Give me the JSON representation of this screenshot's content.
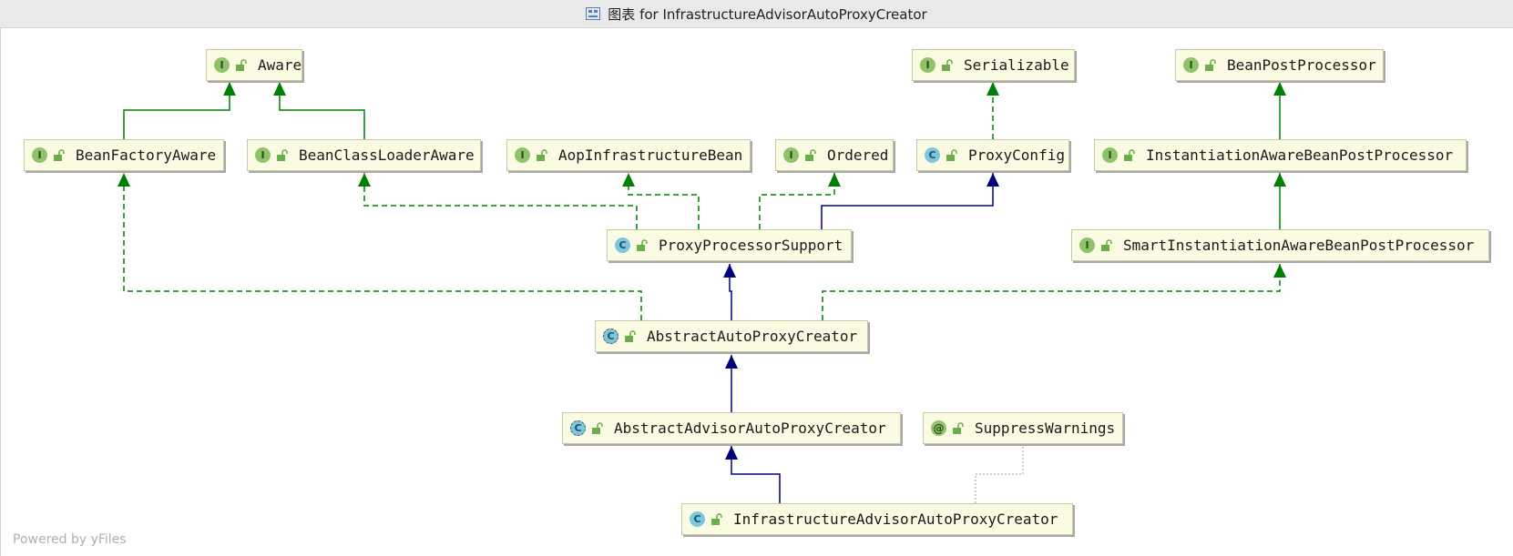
{
  "window": {
    "title": "图表 for InfrastructureAdvisorAutoProxyCreator",
    "icon": "diagram-icon"
  },
  "nodes": {
    "aware": {
      "name": "Aware",
      "kind": "I"
    },
    "serializable": {
      "name": "Serializable",
      "kind": "I"
    },
    "bean_post_processor": {
      "name": "BeanPostProcessor",
      "kind": "I"
    },
    "bean_factory_aware": {
      "name": "BeanFactoryAware",
      "kind": "I"
    },
    "bean_class_loader_aware": {
      "name": "BeanClassLoaderAware",
      "kind": "I"
    },
    "aop_infrastructure_bean": {
      "name": "AopInfrastructureBean",
      "kind": "I"
    },
    "ordered": {
      "name": "Ordered",
      "kind": "I"
    },
    "proxy_config": {
      "name": "ProxyConfig",
      "kind": "C"
    },
    "instantiation_aware_bpp": {
      "name": "InstantiationAwareBeanPostProcessor",
      "kind": "I"
    },
    "proxy_processor_support": {
      "name": "ProxyProcessorSupport",
      "kind": "C"
    },
    "smart_instantiation_aware_bpp": {
      "name": "SmartInstantiationAwareBeanPostProcessor",
      "kind": "I"
    },
    "abstract_auto_proxy_creator": {
      "name": "AbstractAutoProxyCreator",
      "kind": "C"
    },
    "abstract_advisor_auto_proxy_creator": {
      "name": "AbstractAdvisorAutoProxyCreator",
      "kind": "C"
    },
    "suppress_warnings": {
      "name": "SuppressWarnings",
      "kind": "@"
    },
    "infrastructure_advisor_auto_proxy_creator": {
      "name": "InfrastructureAdvisorAutoProxyCreator",
      "kind": "C"
    }
  },
  "footer": {
    "powered_by": "Powered by yFiles"
  },
  "colors": {
    "extends_edge": "#00007f",
    "interface_edge": "#008000",
    "annotation_edge": "#b5b58a",
    "node_fill": "#fbfbe3"
  }
}
